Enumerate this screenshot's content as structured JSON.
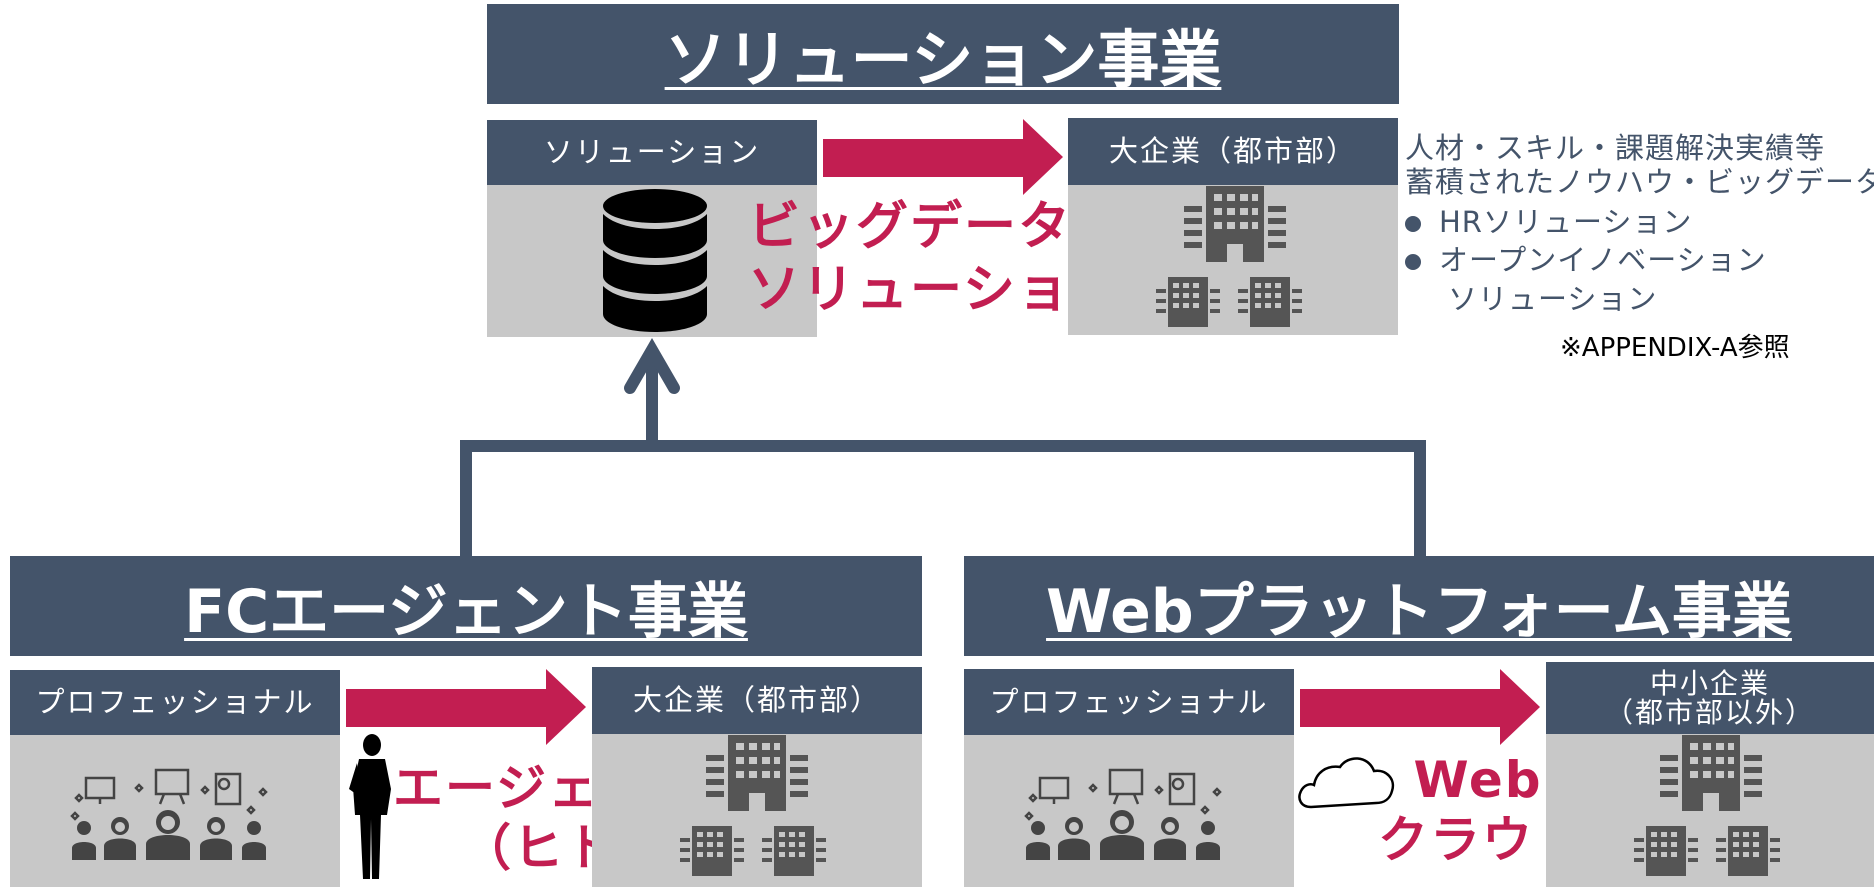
{
  "solution_business": {
    "title": "ソリューション事業",
    "source_header": "ソリューション",
    "target_header": "大企業（都市部）",
    "flow_label_line1": "ビッグデータを",
    "flow_label_line2": "ソリューション化",
    "notes": {
      "line1": "人材・スキル・課題解決実績等",
      "line2": "蓄積されたノウハウ・ビッグデータ",
      "bullets": [
        "HRソリューション",
        "オープンイノベーション"
      ],
      "bullet2_cont": "ソリューション",
      "reference": "※APPENDIX-A参照"
    }
  },
  "fc_agent_business": {
    "title": "FCエージェント事業",
    "source_header": "プロフェッショナル",
    "target_header": "大企業（都市部）",
    "flow_label_line1": "エージェント",
    "flow_label_line2": "（ヒト）"
  },
  "web_platform_business": {
    "title": "Webプラットフォーム事業",
    "source_header": "プロフェッショナル",
    "target_header_line1": "中小企業",
    "target_header_line2": "（都市部以外）",
    "flow_label_line1": "Web",
    "flow_label_line2": "クラウド"
  },
  "colors": {
    "header_navy": "#44546a",
    "panel_gray": "#c8c8c8",
    "accent_magenta": "#c21e51"
  },
  "icons": [
    "database-icon",
    "building-icon",
    "people-icon",
    "businessman-icon",
    "cloud-icon"
  ]
}
